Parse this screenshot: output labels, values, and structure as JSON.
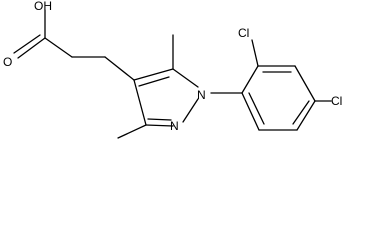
{
  "molecule": {
    "labels": {
      "hydroxyl": "OH",
      "carbonyl_oxygen": "O",
      "ring_nitrogen_1": "N",
      "ring_nitrogen_2": "N",
      "chlorine_ortho": "Cl",
      "chlorine_para": "Cl"
    },
    "colors": {
      "bond": "#000000",
      "text": "#000000",
      "background": "#ffffff"
    }
  }
}
